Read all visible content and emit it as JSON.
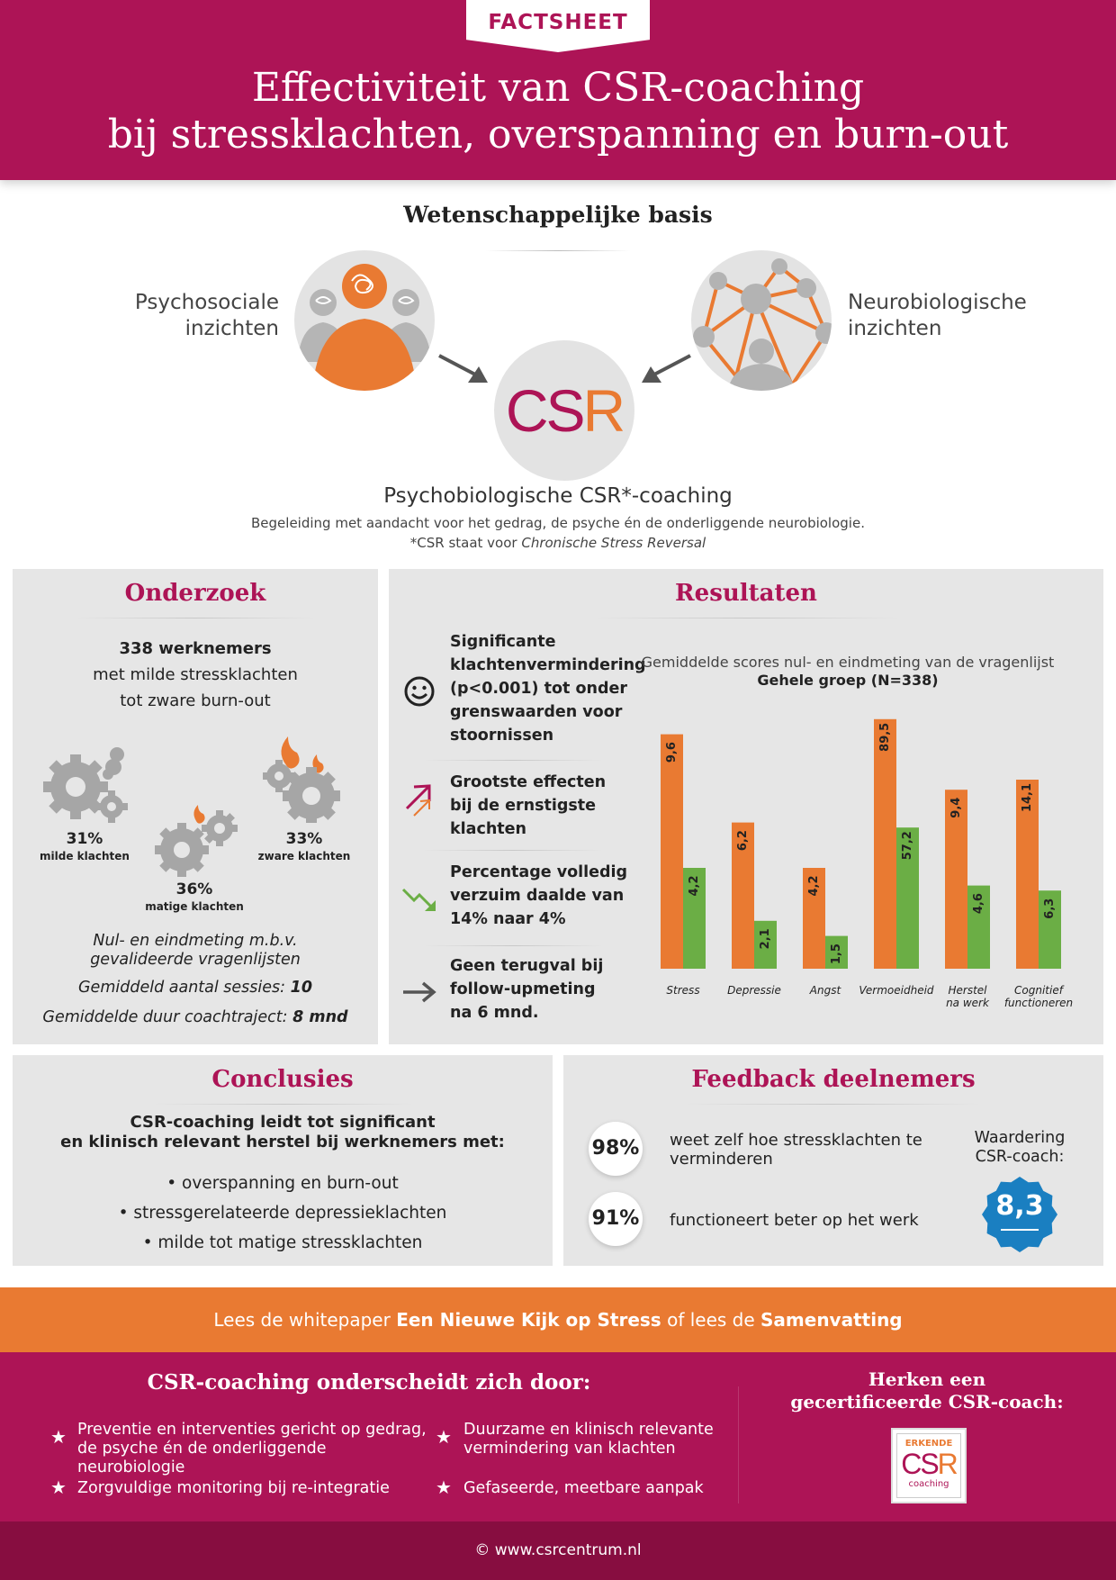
{
  "header": {
    "tab": "FACTSHEET",
    "title_line1": "Effectiviteit van CSR-coaching",
    "title_line2": "bij stressklachten, overspanning en burn-out"
  },
  "basis": {
    "title": "Wetenschappelijke basis",
    "left_label_1": "Psychosociale",
    "left_label_2": "inzichten",
    "right_label_1": "Neurobiologische",
    "right_label_2": "inzichten",
    "csr_logo_c": "CS",
    "csr_logo_r": "R",
    "coaching_title": "Psychobiologische CSR*-coaching",
    "coaching_desc": "Begeleiding met aandacht voor het gedrag, de psyche én de onderliggende neurobiologie.",
    "note_prefix": "*CSR staat voor ",
    "note_italic": "Chronische Stress Reversal"
  },
  "onderzoek": {
    "title": "Onderzoek",
    "count": "338 werknemers",
    "line2": "met milde stressklachten",
    "line3": "tot zware burn-out",
    "groups": [
      {
        "pct": "31%",
        "label": "milde klachten"
      },
      {
        "pct": "36%",
        "label": "matige klachten"
      },
      {
        "pct": "33%",
        "label": "zware klachten"
      }
    ],
    "method_1": "Nul- en eindmeting m.b.v.",
    "method_2": "gevalideerde vragenlijsten",
    "sessions_label": "Gemiddeld aantal sessies: ",
    "sessions_value": "10",
    "duration_label": "Gemiddelde duur coachtraject: ",
    "duration_value": "8 mnd"
  },
  "resultaten": {
    "title": "Resultaten",
    "items": [
      {
        "icon": "smiley-icon",
        "lines": [
          "Significante",
          "klachtenvermindering",
          "(p<0.001) tot onder",
          "grenswaarden voor",
          "stoornissen"
        ]
      },
      {
        "icon": "arrows-up-icon",
        "lines": [
          "Grootste effecten",
          "bij de ernstigste",
          "klachten"
        ]
      },
      {
        "icon": "trend-down-icon",
        "lines": [
          "Percentage volledig",
          "verzuim daalde van",
          "14% naar 4%"
        ]
      },
      {
        "icon": "arrow-right-icon",
        "lines": [
          "Geen terugval bij",
          "follow-upmeting",
          "na 6 mnd."
        ]
      }
    ]
  },
  "chart_data": {
    "type": "bar",
    "title": "Gemiddelde scores nul- en eindmeting van de vragenlijst",
    "subtitle": "Gehele groep (N=338)",
    "categories": [
      "Stress",
      "Depressie",
      "Angst",
      "Vermoeidheid",
      "Herstel|na werk",
      "Cognitief|functioneren"
    ],
    "series": [
      {
        "values": [
          9.6,
          6.2,
          4.2,
          89.5,
          9.4,
          14.1
        ],
        "labels": [
          "9,6",
          "6,2",
          "4,2",
          "89,5",
          "9,4",
          "14,1"
        ],
        "color": "#e97a32"
      },
      {
        "values": [
          4.2,
          2.1,
          1.5,
          57.2,
          4.6,
          6.3
        ],
        "labels": [
          "4,2",
          "2,1",
          "1,5",
          "57,2",
          "4,6",
          "6,3"
        ],
        "color": "#6bae45"
      }
    ],
    "bar_height_fraction": [
      [
        0.93,
        0.4
      ],
      [
        0.58,
        0.19
      ],
      [
        0.4,
        0.13
      ],
      [
        0.99,
        0.56
      ],
      [
        0.71,
        0.33
      ],
      [
        0.75,
        0.31
      ]
    ]
  },
  "conclusies": {
    "title": "Conclusies",
    "intro_1": "CSR-coaching leidt tot significant",
    "intro_2": "en klinisch relevant herstel bij werknemers met:",
    "bullets": [
      "• overspanning en burn-out",
      "• stressgerelateerde depressieklachten",
      "• milde tot matige stressklachten"
    ]
  },
  "feedback": {
    "title": "Feedback deelnemers",
    "items": [
      {
        "pct": "98%",
        "text_1": "weet zelf hoe stressklachten te",
        "text_2": "verminderen"
      },
      {
        "pct": "91%",
        "text_1": "functioneert beter op het werk",
        "text_2": ""
      }
    ],
    "rating_label_1": "Waardering",
    "rating_label_2": "CSR-coach:",
    "rating_value": "8,3"
  },
  "band": {
    "prefix": "Lees de whitepaper ",
    "link1": "Een Nieuwe Kijk op Stress",
    "middle": " of lees de ",
    "link2": "Samenvatting"
  },
  "footer": {
    "title": "CSR-coaching onderscheidt zich door:",
    "items": [
      {
        "line1": "Preventie en interventies gericht op gedrag,",
        "line2": "de psyche én de onderliggende neurobiologie"
      },
      {
        "line1": "Duurzame en klinisch relevante",
        "line2": "vermindering van klachten"
      },
      {
        "line1": "Zorgvuldige monitoring bij re-integratie",
        "line2": ""
      },
      {
        "line1": "Gefaseerde, meetbare aanpak",
        "line2": ""
      }
    ],
    "cert_title_1": "Herken een",
    "cert_title_2": "gecertificeerde CSR-coach:",
    "badge_top": "ERKENDE",
    "badge_cs": "CS",
    "badge_r": "R",
    "badge_bottom": "coaching",
    "copyright": "© www.csrcentrum.nl"
  },
  "colors": {
    "magenta": "#ad1456",
    "orange": "#e97a32",
    "green": "#6bae45",
    "panel": "#e6e6e6",
    "blue": "#1a7fc1"
  }
}
